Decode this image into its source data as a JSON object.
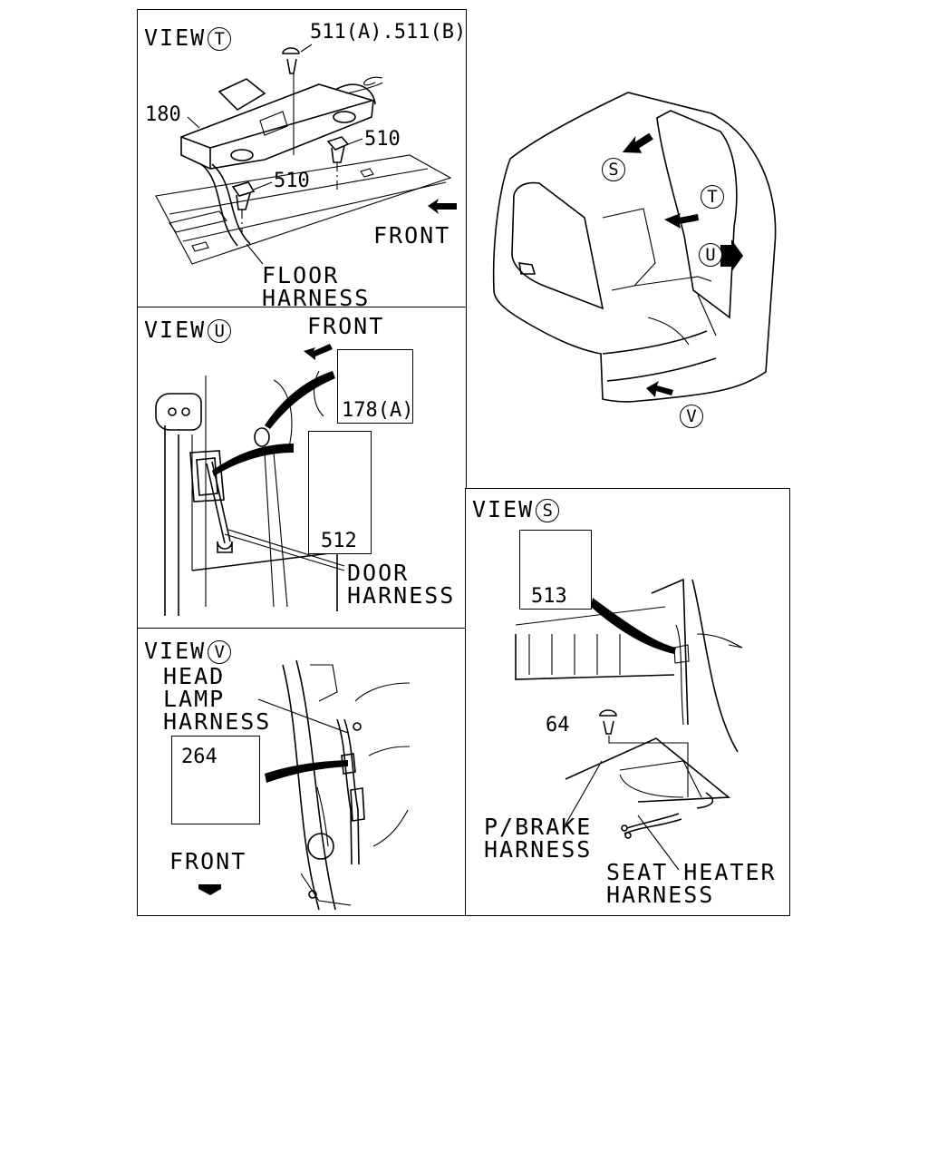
{
  "views": {
    "t": {
      "view_word": "VIEW",
      "view_letter": "T",
      "part_511": "511(A).511(B)",
      "part_180": "180",
      "part_510_a": "510",
      "part_510_b": "510",
      "front": "FRONT",
      "harness_line1": "FLOOR",
      "harness_line2": "HARNESS"
    },
    "u": {
      "view_word": "VIEW",
      "view_letter": "U",
      "front": "FRONT",
      "part_178": "178(A)",
      "part_512": "512",
      "harness_line1": "DOOR",
      "harness_line2": "HARNESS"
    },
    "v": {
      "view_word": "VIEW",
      "view_letter": "V",
      "harness_line1": "HEAD",
      "harness_line2": "LAMP",
      "harness_line3": "HARNESS",
      "part_264": "264",
      "front": "FRONT"
    },
    "s": {
      "view_word": "VIEW",
      "view_letter": "S",
      "part_513": "513",
      "part_64": "64",
      "pbrake_line1": "P/BRAKE",
      "pbrake_line2": "HARNESS",
      "seat_line1": "SEAT HEATER",
      "seat_line2": "HARNESS"
    }
  },
  "cab": {
    "marker_s": "S",
    "marker_t": "T",
    "marker_u": "U",
    "marker_v": "V"
  }
}
